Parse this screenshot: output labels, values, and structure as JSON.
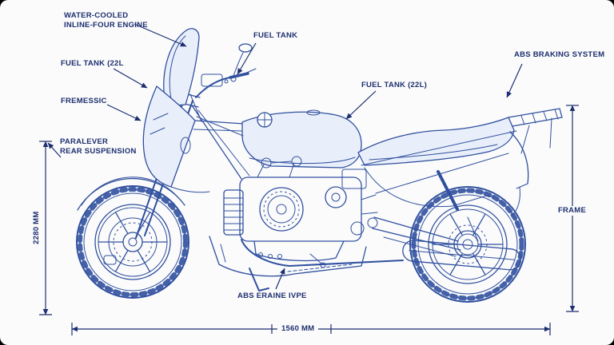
{
  "colors": {
    "page": "#000000",
    "background": "#fbfbfb",
    "line": "#30509f",
    "label": "#1d2f70",
    "fill-light": "#e9effa"
  },
  "diagram": {
    "callouts": {
      "engine": "WATER-COOLED\nINLINE-FOUR ENGINE",
      "fuel_tank_top": "FUEL TANK",
      "fuel_tank_left": "FUEL TANK (22L",
      "fremessic": "FREMESSIC",
      "paralever": "PARALEVER\nREAR SUSPENSION",
      "fuel_tank_right": "FUEL TANK (22L)",
      "abs_system": "ABS BRAKING SYSTEM",
      "abs_bottom": "ABS ERAINE IVPE",
      "frame": "FRAME"
    },
    "dimensions": {
      "height": "2280 MM",
      "length": "1560 MM"
    }
  }
}
